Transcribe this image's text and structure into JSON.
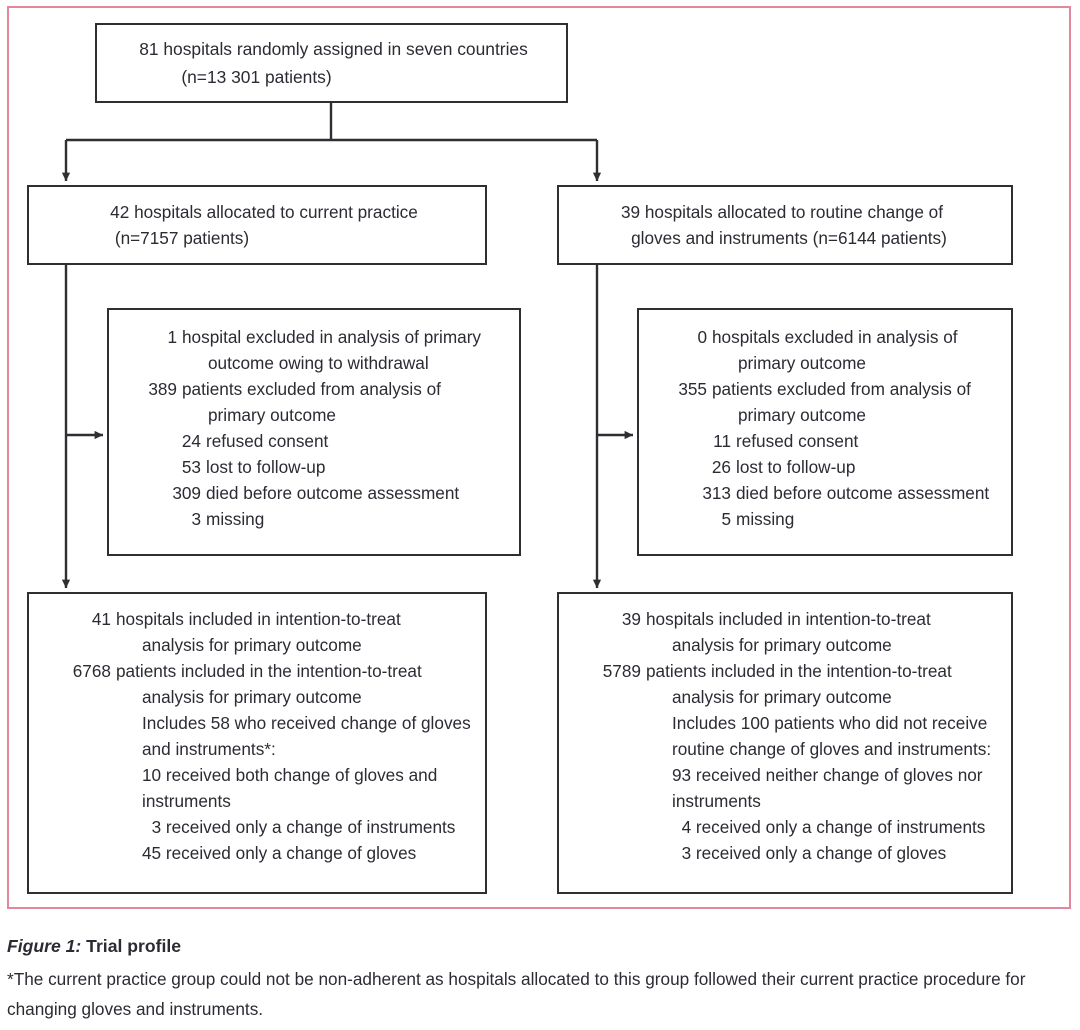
{
  "figure": {
    "frame_color": "#e3879f",
    "box_border_color": "#2f2f33",
    "text_color": "#2b2b33",
    "caption_label": "Figure 1:",
    "caption_title": " Trial profile",
    "caption_note": "*The current practice group could not be non-adherent as hospitals allocated to this group followed their current practice procedure for changing gloves and instruments."
  },
  "randomised": {
    "line1": "81 hospitals randomly assigned in seven countries",
    "line2": "(n=13 301 patients)"
  },
  "allocation": {
    "left": {
      "line1": "42 hospitals allocated to current practice",
      "line2": "(n=7157 patients)"
    },
    "right": {
      "line1": "39 hospitals allocated to routine change of",
      "line2": "gloves and instruments (n=6144 patients)"
    }
  },
  "exclusions": {
    "left": [
      {
        "num": "1",
        "text": "hospital excluded in analysis of primary"
      },
      {
        "num": "",
        "text": "outcome owing to withdrawal",
        "indent": 1
      },
      {
        "num": "389",
        "text": "patients excluded from analysis of"
      },
      {
        "num": "",
        "text": "primary outcome",
        "indent": 1
      },
      {
        "num": "24",
        "text": "refused consent",
        "subitem": true
      },
      {
        "num": "53",
        "text": "lost to follow-up",
        "subitem": true
      },
      {
        "num": "309",
        "text": "died before outcome assessment",
        "subitem": true
      },
      {
        "num": "3",
        "text": "missing",
        "subitem": true
      }
    ],
    "right": [
      {
        "num": "0",
        "text": "hospitals excluded in analysis of"
      },
      {
        "num": "",
        "text": "primary outcome",
        "indent": 1
      },
      {
        "num": "355",
        "text": "patients excluded from analysis of"
      },
      {
        "num": "",
        "text": "primary outcome",
        "indent": 1
      },
      {
        "num": "11",
        "text": "refused consent",
        "subitem": true
      },
      {
        "num": "26",
        "text": "lost to follow-up",
        "subitem": true
      },
      {
        "num": "313",
        "text": "died before outcome assessment",
        "subitem": true
      },
      {
        "num": "5",
        "text": "missing",
        "subitem": true
      }
    ]
  },
  "intention_to_treat": {
    "left": [
      {
        "num": "41",
        "text": "hospitals included in intention-to-treat"
      },
      {
        "num": "",
        "text": "analysis for primary outcome",
        "indent": 1
      },
      {
        "num": "6768",
        "text": "patients included in the intention-to-treat"
      },
      {
        "num": "",
        "text": "analysis for primary outcome",
        "indent": 1
      },
      {
        "num": "",
        "text": "Includes 58 who received change of gloves",
        "indent": 1
      },
      {
        "num": "",
        "text": "and instruments*:",
        "indent": 1
      },
      {
        "num": "",
        "text": "10 received both change of gloves and",
        "indent": 1
      },
      {
        "num": "",
        "text": "instruments",
        "indent": 2
      },
      {
        "num": "",
        "text": "  3 received only a change of instruments",
        "indent": 1
      },
      {
        "num": "",
        "text": "45 received only a change of gloves",
        "indent": 1
      }
    ],
    "right": [
      {
        "num": "39",
        "text": "hospitals included in intention-to-treat"
      },
      {
        "num": "",
        "text": "analysis for primary outcome",
        "indent": 1
      },
      {
        "num": "5789",
        "text": "patients included in the intention-to-treat"
      },
      {
        "num": "",
        "text": "analysis for primary outcome",
        "indent": 1
      },
      {
        "num": "",
        "text": "Includes 100 patients who did not receive",
        "indent": 1
      },
      {
        "num": "",
        "text": "routine change of gloves and instruments:",
        "indent": 1
      },
      {
        "num": "",
        "text": "93 received neither change of gloves nor",
        "indent": 1
      },
      {
        "num": "",
        "text": "instruments",
        "indent": 2
      },
      {
        "num": "",
        "text": "  4 received only a change of instruments",
        "indent": 1
      },
      {
        "num": "",
        "text": "  3 received only a change of gloves",
        "indent": 1
      }
    ]
  }
}
